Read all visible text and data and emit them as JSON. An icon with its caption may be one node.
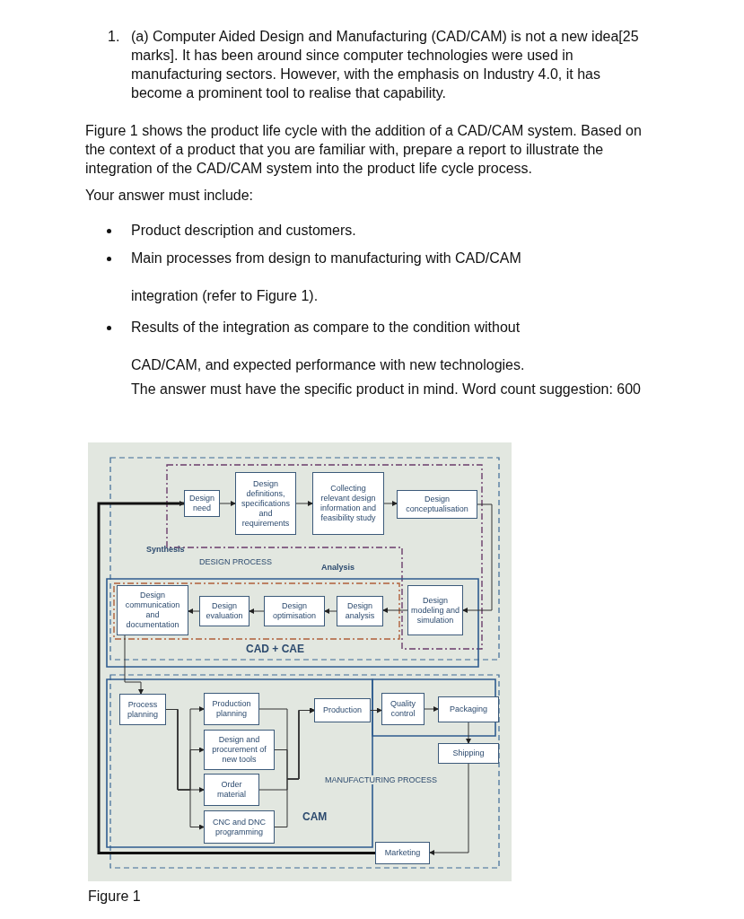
{
  "diagram": {
    "caption": "Figure 1",
    "nodes": [
      {
        "text": [
          "Design need"
        ]
      },
      {
        "text": [
          "Design definitions, specifications and requirements"
        ]
      },
      {
        "text": [
          "Collecting relevant design information and feasibility study"
        ]
      },
      {
        "text": [
          "Design conceptualisation"
        ]
      },
      {
        "text": [
          "Design communication and documentation"
        ]
      },
      {
        "text": [
          "Design evaluation"
        ]
      },
      {
        "text": [
          "Design optimisation"
        ]
      },
      {
        "text": [
          "Design analysis"
        ]
      },
      {
        "text": [
          "Design modeling and simulation"
        ]
      },
      {
        "text": [
          "Process planning"
        ]
      },
      {
        "text": [
          "Production planning"
        ]
      },
      {
        "text": [
          "Design and procurement of new tools"
        ]
      },
      {
        "text": [
          "Order material"
        ]
      },
      {
        "text": [
          "CNC and DNC programming"
        ]
      },
      {
        "text": [
          "Production"
        ]
      },
      {
        "text": [
          "Quality control"
        ]
      },
      {
        "text": [
          "Packaging"
        ]
      },
      {
        "text": [
          "Shipping"
        ]
      },
      {
        "text": [
          "Marketing"
        ]
      }
    ],
    "edges": [
      {
        "from": 0,
        "to": 1,
        "arrow": "to"
      },
      {
        "from": 1,
        "to": 2,
        "arrow": "to"
      },
      {
        "from": 2,
        "to": 3,
        "arrow": "to"
      },
      {
        "from": 3,
        "to": 8,
        "arrow": "to"
      },
      {
        "from": 8,
        "to": 7,
        "arrow": "to"
      },
      {
        "from": 7,
        "to": 6,
        "arrow": "to"
      },
      {
        "from": 6,
        "to": 5,
        "arrow": "to"
      },
      {
        "from": 5,
        "to": 4,
        "arrow": "to"
      },
      {
        "from": 4,
        "to": 9,
        "arrow": "to"
      },
      {
        "from": 9,
        "to": 10,
        "arrow": "to"
      },
      {
        "from": 9,
        "to": 11,
        "arrow": "to"
      },
      {
        "from": 9,
        "to": 12,
        "arrow": "to"
      },
      {
        "from": 9,
        "to": 13,
        "arrow": "to"
      },
      {
        "from": 10,
        "to": 14,
        "arrow": "to"
      },
      {
        "from": 11,
        "to": 14,
        "arrow": "to"
      },
      {
        "from": 12,
        "to": 14,
        "arrow": "to"
      },
      {
        "from": 13,
        "to": 14,
        "arrow": "to"
      },
      {
        "from": 14,
        "to": 15,
        "arrow": "to"
      },
      {
        "from": 15,
        "to": 16,
        "arrow": "to"
      },
      {
        "from": 16,
        "to": 17,
        "arrow": "to"
      },
      {
        "from": 17,
        "to": 18,
        "arrow": "to"
      },
      {
        "from": 18,
        "to": 0,
        "arrow": "to",
        "style": "thick"
      }
    ],
    "labels": [
      "1.",
      "(a) Computer Aided Design and Manufacturing (CAD/CAM) is not a new idea[25 marks]. It has been around since computer technologies were used in manufacturing sectors. However, with the emphasis on Industry 4.0, it has become a prominent tool to realise that capability.",
      "Figure 1 shows the product life cycle with the addition of a CAD/CAM system. Based on the context of a product that you are familiar with, prepare a report to illustrate the integration of the CAD/CAM system into the product life cycle process.",
      "Your answer must include:",
      "Product description and customers.",
      "Main processes from design to manufacturing with CAD/CAM integration (refer to Figure 1).",
      "Results of the integration as compare to the condition without CAD/CAM, and expected performance with new technologies.",
      "The answer must have the specific product in mind. Word count suggestion: 600",
      "Synthesis",
      "DESIGN PROCESS",
      "Analysis",
      "CAD + CAE",
      "MANUFACTURING PROCESS",
      "CAM"
    ]
  }
}
